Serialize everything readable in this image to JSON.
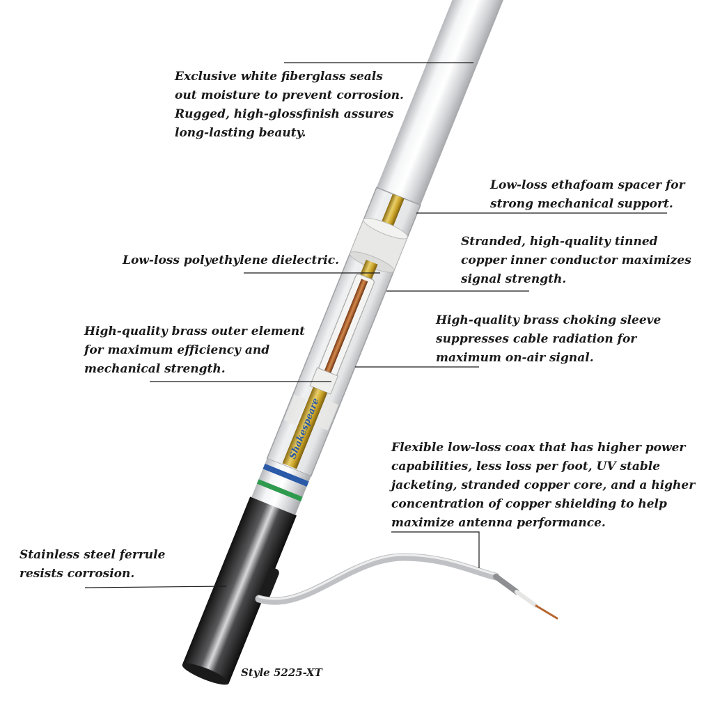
{
  "callouts": {
    "fiberglass": "Exclusive white fiberglass seals\nout moisture to prevent corrosion.\nRugged, high-glossfinish assures\nlong-lasting beauty.",
    "spacer": "Low-loss ethafoam spacer for\nstrong mechanical support.",
    "inner_conductor": "Stranded, high-quality tinned\ncopper inner conductor maximizes\nsignal strength.",
    "dielectric": "Low-loss polyethylene dielectric.",
    "outer_element": "High-quality brass outer element\nfor maximum efficiency and\nmechanical strength.",
    "choking_sleeve": "High-quality brass choking sleeve\nsuppresses cable radiation for\nmaximum on-air signal.",
    "coax": "Flexible low-loss coax that has higher power\ncapabilities, less loss per foot, UV stable\njacketing, stranded copper core, and a higher\nconcentration of copper shielding to help\nmaximize antenna performance.",
    "ferrule": "Stainless steel ferrule\nresists corrosion."
  },
  "brand_text": "Shakespeare",
  "style_label": "Style 5225-XT",
  "colors": {
    "fiberglass": "#d9dadc",
    "brass": "#c9a227",
    "copper": "#b5652f",
    "foam": "#e8e8e6",
    "blue_band": "#2a5aa8",
    "green_band": "#2e9a4e",
    "ferrule": "#2b2b2b",
    "leader_line": "#1a1a1a"
  }
}
